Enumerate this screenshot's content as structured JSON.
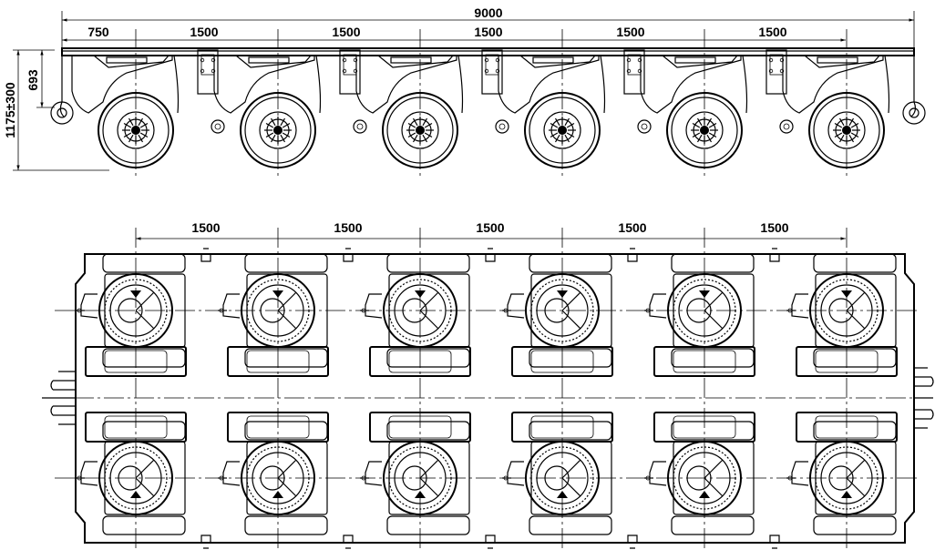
{
  "side_view": {
    "overall_length": "9000",
    "end_offset": "750",
    "axle_spacings": [
      "1500",
      "1500",
      "1500",
      "1500",
      "1500"
    ],
    "height_range": "1175±300",
    "height_min": "693",
    "axle_count": 6
  },
  "plan_view": {
    "axle_spacings": [
      "1500",
      "1500",
      "1500",
      "1500",
      "1500"
    ],
    "axle_count": 6,
    "rows": 2
  }
}
